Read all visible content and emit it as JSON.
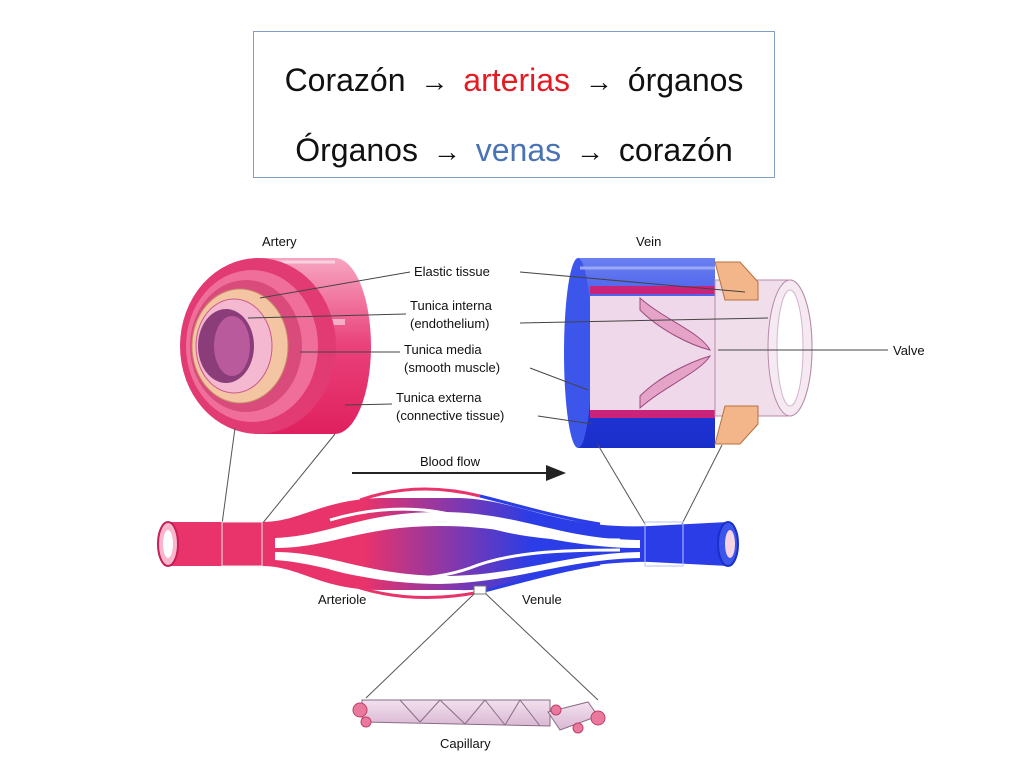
{
  "title": {
    "line1": {
      "start": "Corazón",
      "arrow1": "→",
      "highlight": "arterias",
      "arrow2": "→",
      "end": "órganos"
    },
    "line2": {
      "start": "Órganos",
      "arrow1": "→",
      "highlight": "venas",
      "arrow2": "→",
      "end": "corazón"
    },
    "colors": {
      "artery": "#e31b23",
      "vein": "#4a73b5"
    }
  },
  "labels": {
    "artery": "Artery",
    "vein": "Vein",
    "elastic_tissue": "Elastic tissue",
    "tunica_interna_1": "Tunica interna",
    "tunica_interna_2": "(endothelium)",
    "tunica_media_1": "Tunica media",
    "tunica_media_2": "(smooth muscle)",
    "tunica_externa_1": "Tunica externa",
    "tunica_externa_2": "(connective tissue)",
    "valve": "Valve",
    "blood_flow": "Blood flow",
    "arteriole": "Arteriole",
    "venule": "Venule",
    "capillary": "Capillary"
  },
  "colors": {
    "artery_pink": "#e8336b",
    "artery_light": "#f6a9c3",
    "vein_blue": "#1f3fe0",
    "vein_light": "#e9d2e6",
    "capillary": "#e9cde3"
  }
}
